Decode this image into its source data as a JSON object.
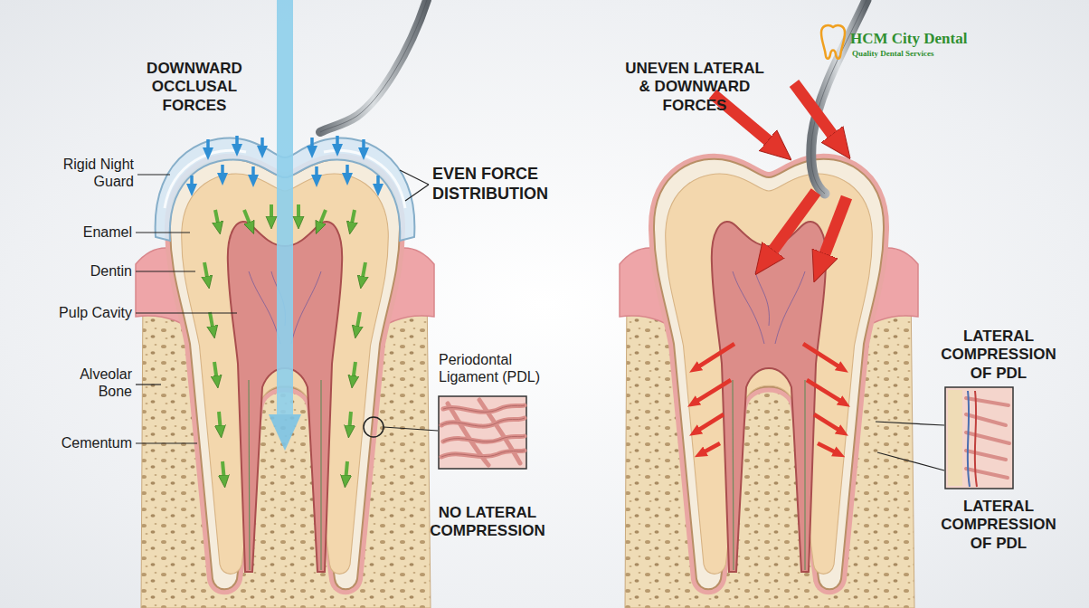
{
  "diagram": {
    "labels": [
      "DOWNWARD OCCLUSAL FORCES",
      "Rigid Night Guard",
      "Enamel",
      "Dentin",
      "Pulp Cavity",
      "Alveolar Bone",
      "Cementum",
      "EVEN FORCE DISTRIBUTION",
      "Periodontal Ligament (PDL)",
      "NO LATERAL COMPRESSION",
      "UNEVEN LATERAL & DOWNWARD FORCES",
      "HCM City Dental",
      "Quality Dental Services",
      "LATERAL COMPRESSION OF PDL",
      "LATERAL COMPRESSION OF PDL"
    ]
  }
}
